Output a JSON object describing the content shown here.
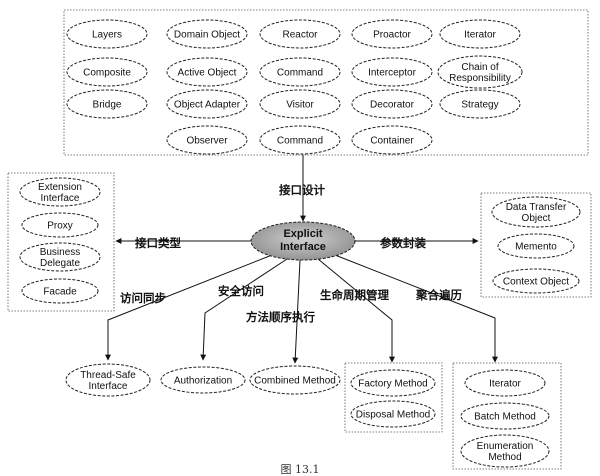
{
  "center": {
    "lines": [
      "Explicit",
      "Interface"
    ]
  },
  "top_group": [
    [
      "Layers"
    ],
    [
      "Domain Object"
    ],
    [
      "Reactor"
    ],
    [
      "Proactor"
    ],
    [
      "Iterator"
    ],
    [
      "Composite"
    ],
    [
      "Active Object"
    ],
    [
      "Command"
    ],
    [
      "Interceptor"
    ],
    [
      "Chain of",
      "Responsibility"
    ],
    [
      "Bridge"
    ],
    [
      "Object Adapter"
    ],
    [
      "Visitor"
    ],
    [
      "Decorator"
    ],
    [
      "Strategy"
    ],
    [
      "Observer"
    ],
    [
      "Command"
    ],
    [
      "Container"
    ]
  ],
  "left_group": [
    [
      "Extension",
      "Interface"
    ],
    [
      "Proxy"
    ],
    [
      "Business",
      "Delegate"
    ],
    [
      "Facade"
    ]
  ],
  "right_group": [
    [
      "Data Transfer",
      "Object"
    ],
    [
      "Memento"
    ],
    [
      "Context Object"
    ]
  ],
  "thread_safe": [
    [
      "Thread-Safe",
      "Interface"
    ]
  ],
  "authorization": [
    [
      "Authorization"
    ]
  ],
  "combined": [
    [
      "Combined Method"
    ]
  ],
  "lifecycle_group": [
    [
      "Factory Method"
    ],
    [
      "Disposal Method"
    ]
  ],
  "iteration_group": [
    [
      "Iterator"
    ],
    [
      "Batch Method"
    ],
    [
      "Enumeration",
      "Method"
    ]
  ],
  "labels": {
    "top": "接口设计",
    "left": "接口类型",
    "right": "参数封装",
    "sync": "访问同步",
    "security": "安全访问",
    "order": "方法顺序执行",
    "lifecycle": "生命周期管理",
    "iteration": "聚合遍历"
  },
  "caption": "图  13.1"
}
